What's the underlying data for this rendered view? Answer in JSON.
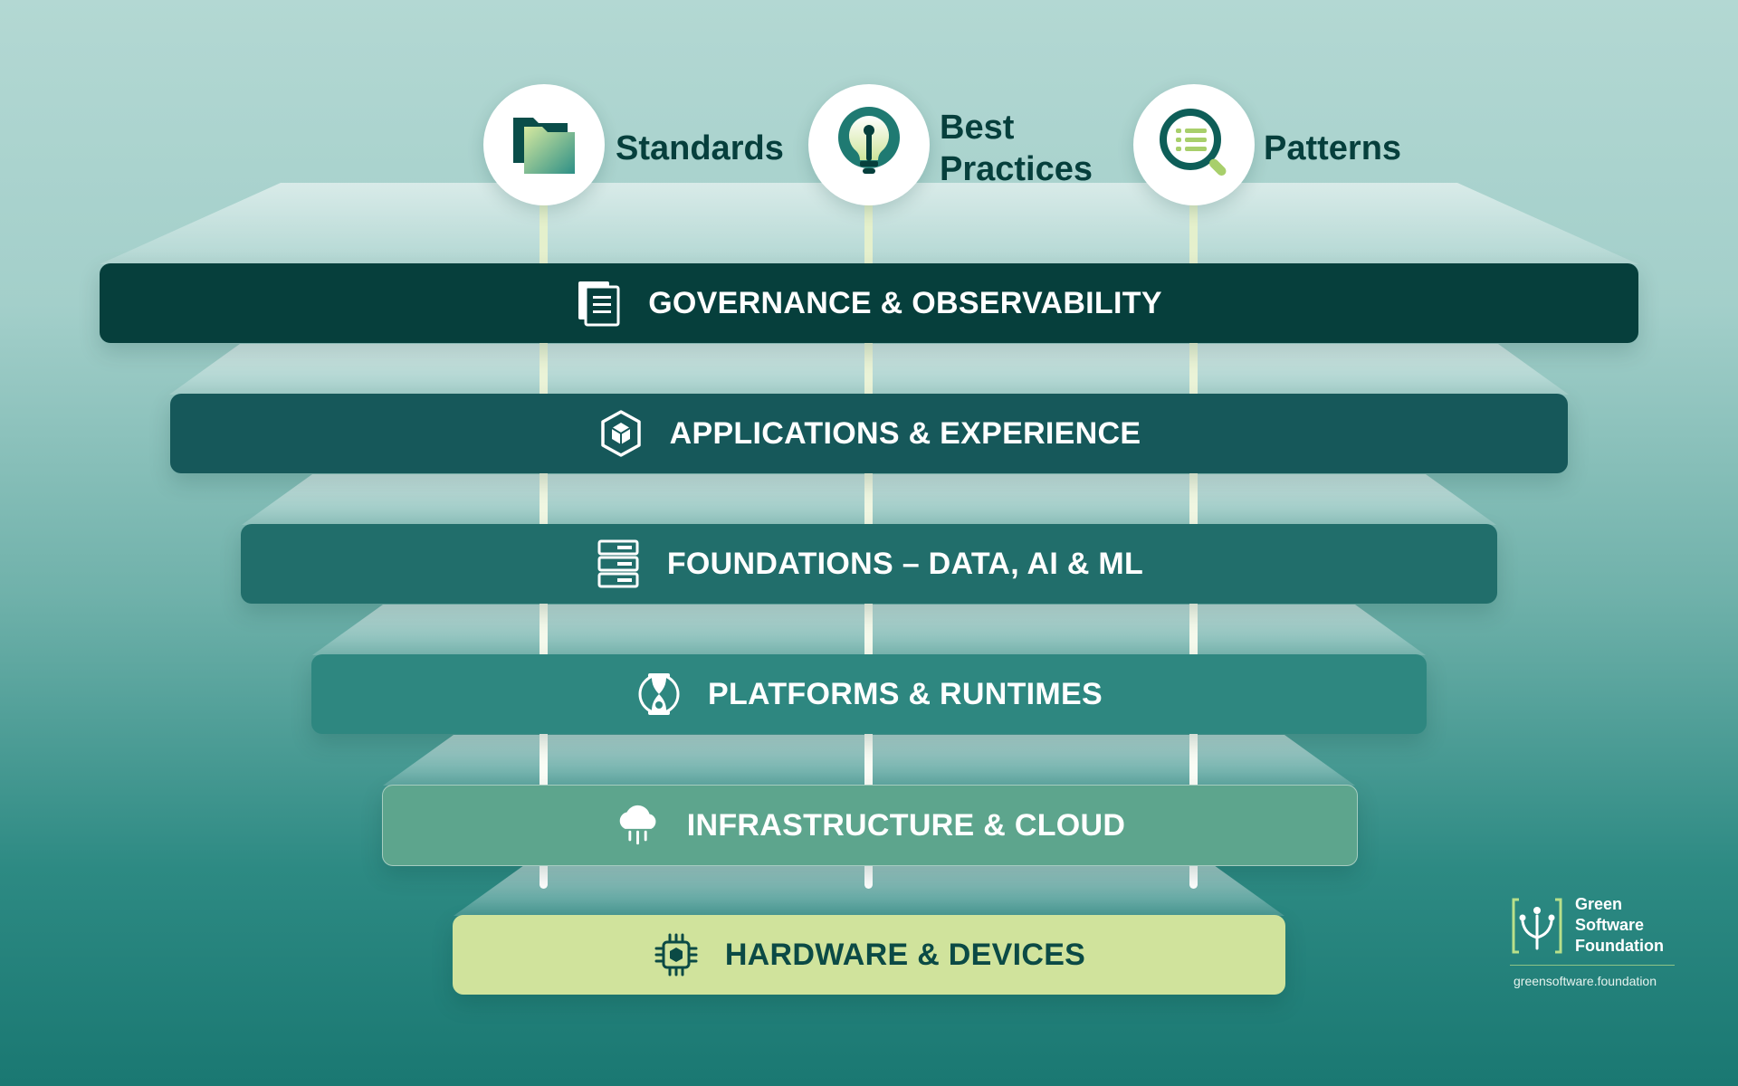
{
  "pillars": [
    {
      "label": "Standards",
      "icon": "folder-icon"
    },
    {
      "label": "Best\nPractices",
      "icon": "lightbulb-icon"
    },
    {
      "label": "Patterns",
      "icon": "magnifier-list-icon"
    }
  ],
  "layers": [
    {
      "title": "GOVERNANCE & OBSERVABILITY",
      "icon": "documents-icon",
      "color": "#063f3c",
      "text_color": "#ffffff"
    },
    {
      "title": "APPLICATIONS & EXPERIENCE",
      "icon": "cube-icon",
      "color": "#16585a",
      "text_color": "#ffffff"
    },
    {
      "title": "FOUNDATIONS – DATA, AI & ML",
      "icon": "server-icon",
      "color": "#216e6b",
      "text_color": "#ffffff"
    },
    {
      "title": "PLATFORMS & RUNTIMES",
      "icon": "hourglass-icon",
      "color": "#2e8780",
      "text_color": "#ffffff"
    },
    {
      "title": "INFRASTRUCTURE & CLOUD",
      "icon": "cloud-icon",
      "color": "#5da58d",
      "text_color": "#ffffff"
    },
    {
      "title": "HARDWARE & DEVICES",
      "icon": "chip-icon",
      "color": "#d0e39c",
      "text_color": "#0b4a45"
    }
  ],
  "brand": {
    "name": "Green\nSoftware\nFoundation",
    "url": "greensoftware.foundation",
    "logo_icon": "tree-bracket-logo-icon",
    "accent": "#b9e08a"
  }
}
